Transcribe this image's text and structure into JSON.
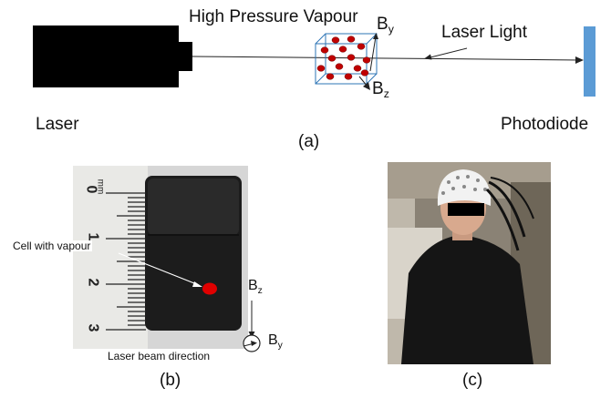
{
  "panel_a": {
    "title": "High Pressure Vapour",
    "laser_light": "Laser Light",
    "laser": "Laser",
    "photodiode": "Photodiode",
    "b_y": "B",
    "b_y_sub": "y",
    "b_z": "B",
    "b_z_sub": "z",
    "caption": "(a)"
  },
  "panel_b": {
    "cell_label": "Cell with vapour",
    "beam_label": "Laser beam direction",
    "b_z": "B",
    "b_z_sub": "z",
    "b_y": "B",
    "b_y_sub": "y",
    "ruler_numbers": [
      "0",
      "1",
      "2",
      "3"
    ],
    "ruler_unit": "mm",
    "caption": "(b)"
  },
  "panel_c": {
    "caption": "(c)"
  },
  "colors": {
    "laser_body": "#000000",
    "photodiode": "#5b9bd5",
    "vapour_dot": "#c00000",
    "cube_edge": "#2e75b6",
    "sensor_cell": "#e00000"
  }
}
